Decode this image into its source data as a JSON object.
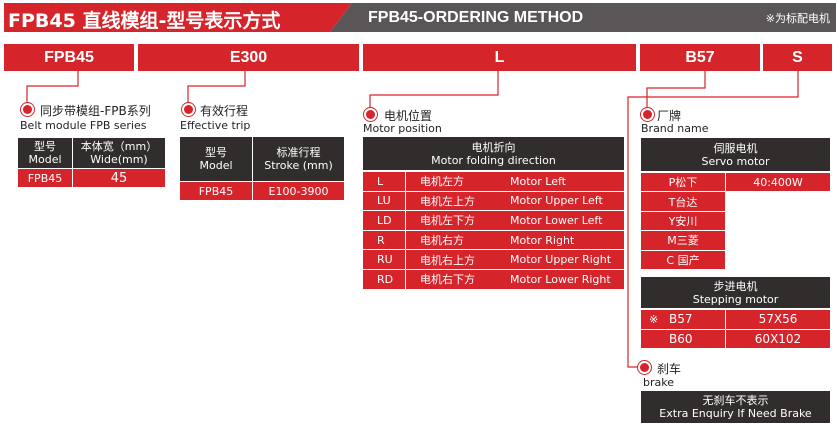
{
  "header": {
    "title": "FPB45 直线模组-型号表示方式",
    "subtitle": "FPB45-ORDERING METHOD",
    "note": "※为标配电机"
  },
  "codes": [
    "FPB45",
    "E300",
    "L",
    "B57",
    "S"
  ],
  "series": {
    "cn": "同步带模组-FPB系列",
    "en": "Belt module FPB series",
    "h1a": "型号",
    "h1b": "Model",
    "h2a": "本体宽（mm）",
    "h2b": "Wide(mm)",
    "model": "FPB45",
    "width": "45"
  },
  "trip": {
    "cn": "有效行程",
    "en": "Effective trip",
    "h1a": "型号",
    "h1b": "Model",
    "h2a": "标准行程",
    "h2b": "Stroke (mm)",
    "model": "FPB45",
    "stroke": "E100-3900"
  },
  "position": {
    "cn": "电机位置",
    "en": "Motor position",
    "head_cn": "电机折向",
    "head_en": "Motor folding direction",
    "rows": [
      [
        "L",
        "电机左方",
        "Motor Left"
      ],
      [
        "LU",
        "电机左上方",
        "Motor Upper Left"
      ],
      [
        "LD",
        "电机左下方",
        "Motor Lower Left"
      ],
      [
        "R",
        "电机右方",
        "Motor Right"
      ],
      [
        "RU",
        "电机右上方",
        "Motor Upper Right"
      ],
      [
        "RD",
        "电机右下方",
        "Motor Lower Right"
      ]
    ]
  },
  "brand": {
    "cn": "厂牌",
    "en": "Brand name",
    "servo_cn": "伺服电机",
    "servo_en": "Servo motor",
    "servo": [
      "P松下",
      "T台达",
      "Y安川",
      "M三菱",
      "C 国产"
    ],
    "servo_power": "40:400W",
    "step_cn": "步进电机",
    "step_en": "Stepping motor",
    "step": [
      [
        "※",
        "B57",
        "57X56"
      ],
      [
        "",
        "B60",
        "60X102"
      ]
    ]
  },
  "brake": {
    "cn": "刹车",
    "en": "brake",
    "box_cn": "无刹车不表示",
    "box_en": "Extra Enquiry If Need Brake"
  }
}
